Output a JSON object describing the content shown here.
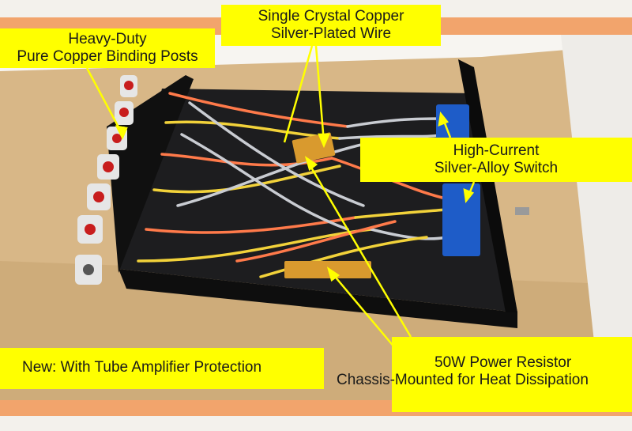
{
  "callouts": {
    "binding_posts": {
      "line1": "Heavy-Duty",
      "line2": "Pure Copper Binding Posts"
    },
    "wire": {
      "line1": "Single Crystal Copper",
      "line2": "Silver-Plated Wire"
    },
    "switch": {
      "line1": "High-Current",
      "line2": "Silver-Alloy Switch"
    },
    "protection": {
      "line1": "New: With Tube Amplifier Protection"
    },
    "resistor": {
      "line1": "50W Power Resistor",
      "line2": "Chassis-Mounted for Heat Dissipation"
    }
  },
  "colors": {
    "callout_bg": "#ffff00",
    "frame_orange": "#f2a46c",
    "chassis": "#141414",
    "wire_orange": "#ff7a4a",
    "wire_yellow": "#f2d23a",
    "wire_silver": "#c9ccd2",
    "switch_blue": "#1e5cc8",
    "resistor_gold": "#d99a2e",
    "post_red": "#c81d1d"
  }
}
